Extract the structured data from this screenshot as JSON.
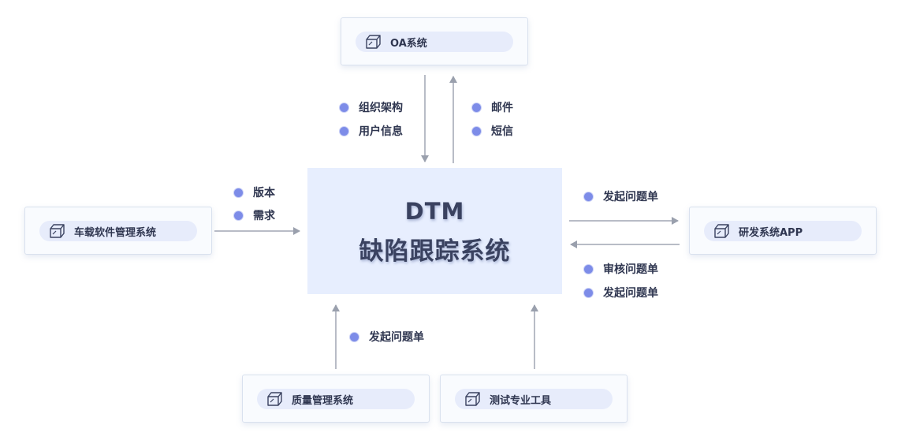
{
  "center": {
    "line1": "DTM",
    "line2": "缺陷跟踪系统"
  },
  "systems": {
    "oa": "OA系统",
    "vehicle": "车载软件管理系统",
    "rnd_app": "研发系统APP",
    "quality": "质量管理系统",
    "testing": "测试专业工具"
  },
  "flows": {
    "oa_down": [
      "组织架构",
      "用户信息"
    ],
    "oa_up": [
      "邮件",
      "短信"
    ],
    "vehicle_in": [
      "版本",
      "需求"
    ],
    "to_app": [
      "发起问题单"
    ],
    "from_app": [
      "审核问题单",
      "发起问题单"
    ],
    "quality_in": [
      "发起问题单"
    ]
  },
  "colors": {
    "center_fill": "#e7eefe",
    "pill_fill": "#e7ecfb",
    "dot": "#7d8ce8",
    "arrow": "#a0a6b3"
  }
}
